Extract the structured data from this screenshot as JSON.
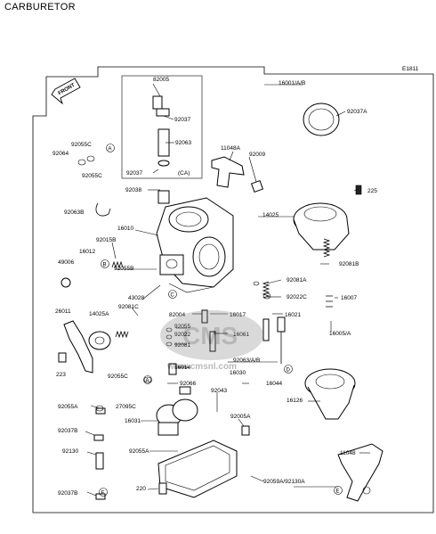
{
  "title": "CARBURETOR",
  "page_code": "E1811",
  "front_label": "FRONT",
  "labels": {
    "l01": "82005",
    "l02": "92037",
    "l03": "92063",
    "l04": "(CA)",
    "l05": "92037",
    "l06": "16001/A/B",
    "l07": "92037A",
    "l08": "11048A",
    "l09": "92009",
    "l10": "92055C",
    "l11": "92064",
    "l12": "92055C",
    "l13": "92063B",
    "l14": "92038",
    "l15": "14025",
    "l16": "225",
    "l17": "16010",
    "l18": "92015B",
    "l19": "16012",
    "l20": "49006",
    "l21": "92055B",
    "l22": "92081A",
    "l23": "92081B",
    "l24": "92022C",
    "l25": "16007",
    "l26": "43028",
    "l27": "92081C",
    "l28": "14025A",
    "l29": "26011",
    "l30": "82004",
    "l31": "16017",
    "l32": "16021",
    "l33": "92055",
    "l34": "92022",
    "l35": "16061",
    "l36": "92081",
    "l37": "16014",
    "l38": "92063/A/B",
    "l39": "16030",
    "l40": "16044",
    "l41": "223",
    "l42": "92055C",
    "l43": "92066",
    "l44": "92043",
    "l45": "16126",
    "l46": "16005/A",
    "l47": "92055A",
    "l48": "27095C",
    "l49": "16031",
    "l50": "92005A",
    "l51": "92037B",
    "l52": "92055A",
    "l53": "92130",
    "l54": "11048",
    "l55": "92037B",
    "l56": "220",
    "l57": "92059A/92130A"
  },
  "callouts": [
    "A",
    "B",
    "C",
    "D",
    "E"
  ],
  "watermark": {
    "brand": "CMS",
    "site": "www.cmsnl.com"
  }
}
